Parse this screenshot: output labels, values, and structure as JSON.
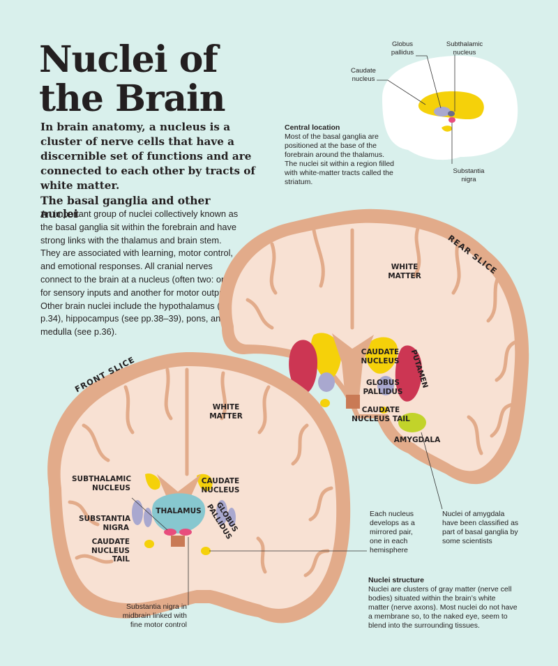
{
  "title_line1": "Nuclei of",
  "title_line2": "the Brain",
  "intro": "In brain anatomy, a nucleus is a cluster of nerve cells that have a discernible set of functions and are connected to each other by tracts of white matter.",
  "basal": {
    "heading": "The basal ganglia and other nuclei",
    "body": "An important group of nuclei collectively known as the basal ganglia sit within the forebrain and have strong links with the thalamus and brain stem. They are associated with learning, motor control, and emotional responses. All cranial nerves connect to the brain at a nucleus (often two: one for sensory inputs and another for motor outputs). Other brain nuclei include the hypothalamus (see p.34), hippocampus (see pp.38–39), pons, and medulla (see p.36)."
  },
  "central": {
    "heading": "Central location",
    "body": "Most of the basal ganglia are positioned at the base of the forebrain around the thalamus. The nuclei sit within a region filled with white-matter tracts called the striatum."
  },
  "mini": {
    "globus_pallidus": "Globus pallidus",
    "subthalamic_nucleus": "Subthalamic nucleus",
    "caudate_nucleus": "Caudate nucleus",
    "substantia_nigra": "Substantia nigra"
  },
  "rear": {
    "slice_label": "REAR SLICE",
    "white_matter": "WHITE MATTER",
    "caudate_nucleus": "CAUDATE NUCLEUS",
    "putamen": "PUTAMEN",
    "globus_pallidus": "GLOBUS PALLIDUS",
    "caudate_nucleus_tail": "CAUDATE NUCLEUS TAIL",
    "amygdala": "AMYGDALA"
  },
  "front": {
    "slice_label": "FRONT SLICE",
    "white_matter": "WHITE MATTER",
    "subthalamic_nucleus": "SUBTHALAMIC NUCLEUS",
    "caudate_nucleus": "CAUDATE NUCLEUS",
    "thalamus": "THALAMUS",
    "globus_pallidus": "GLOBUS PALLIDUS",
    "substantia_nigra": "SUBSTANTIA NIGRA",
    "caudate_nucleus_tail": "CAUDATE NUCLEUS TAIL"
  },
  "notes": {
    "mirrored": "Each nucleus develops as a mirrored pair, one in each hemisphere",
    "amygdala": "Nuclei of amygdala have been classified as part of basal ganglia by some scientists",
    "nigra": "Substantia nigra in midbrain linked with fine motor control",
    "structure_heading": "Nuclei structure",
    "structure_body": "Nuclei are clusters of gray matter (nerve cell bodies) situated within the brain’s white matter (nerve axons). Most nuclei do not have a membrane so, to the naked eye, seem to blend into the surrounding tissues."
  },
  "colors": {
    "background": "#d9f0ec",
    "white_matter": "#f8e1d3",
    "gray_matter": "#e2ab8a",
    "caudate": "#f5d10a",
    "putamen": "#cc3653",
    "globus_pallidus": "#a9a8cf",
    "thalamus": "#87c7cf",
    "substantia_nigra": "#e84d7d",
    "amygdala": "#c2d32a"
  }
}
